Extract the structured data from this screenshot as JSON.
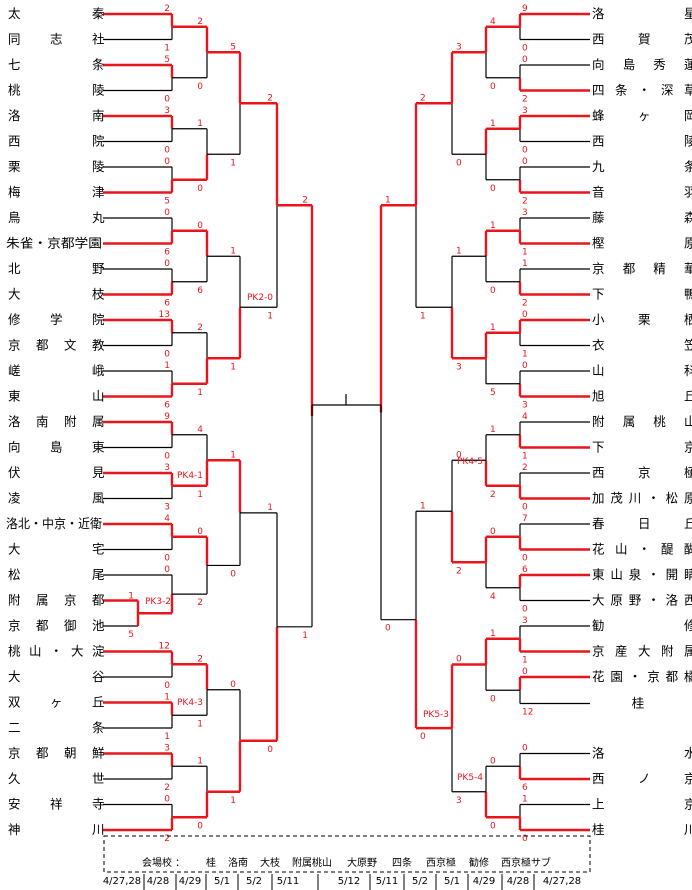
{
  "left_teams": [
    "太秦",
    "同志社",
    "七条",
    "桃陵",
    "洛南",
    "西院",
    "栗陵",
    "梅津",
    "鳥丸",
    "朱雀・京都学園",
    "北野",
    "大枝",
    "修学院",
    "京都文教",
    "嵯峨",
    "東山",
    "洛南附属",
    "向島東",
    "伏見",
    "凌風",
    "洛北・中京・近衛",
    "大宅",
    "松尾",
    "附属京都",
    "京都御池",
    "桃山・大淀",
    "大谷",
    "双ヶ丘",
    "二条",
    "京都朝鮮",
    "久世",
    "安祥寺",
    "神川"
  ],
  "right_teams": [
    "洛星",
    "西賀茂",
    "向島秀蓮",
    "四条・深草",
    "蜂ヶ岡",
    "西陵",
    "九条",
    "音羽",
    "藤森",
    "樫原",
    "京都精華",
    "下鴨",
    "小栗栖",
    "衣笠",
    "山科",
    "旭丘",
    "附属桃山",
    "下京",
    "西京極",
    "加茂川・松原",
    "春日丘",
    "花山・醍醐",
    "東山泉・開睛",
    "大原野・洛西",
    "勧修",
    "京産大附属",
    "花園・京都橘",
    "桂",
    "洛水",
    "西ノ京",
    "上京",
    "桂川"
  ],
  "left_r1_scores": [
    "2",
    "1",
    "5",
    "0",
    "3",
    "0",
    "0",
    "5",
    "0",
    "6",
    "0",
    "6",
    "13",
    "0",
    "1",
    "6",
    "9",
    "0",
    "3",
    "3",
    "4",
    "0",
    "0",
    "1",
    "5",
    "12",
    "0",
    "1",
    "1",
    "3",
    "2",
    "0",
    "2"
  ],
  "left_r2_scores": [
    "2",
    "0",
    "1",
    "0",
    "0",
    "6",
    "2",
    "1",
    "4",
    "1",
    "0",
    "2",
    "2",
    "1",
    "1",
    "0"
  ],
  "left_r3_scores": [
    "5",
    "1",
    "1",
    "1",
    "1",
    "0",
    "0",
    "1"
  ],
  "left_r4_scores": [
    "2",
    "1",
    "1",
    "0"
  ],
  "left_r5_scores": [
    "2",
    "1"
  ],
  "right_r1_scores": [
    "9",
    "0",
    "0",
    "2",
    "3",
    "0",
    "0",
    "2",
    "3",
    "1",
    "1",
    "2",
    "0",
    "1",
    "0",
    "3",
    "4",
    "1",
    "2",
    "0",
    "7",
    "0",
    "6",
    "0",
    "3",
    "1",
    "0",
    "12",
    "0",
    "6",
    "1",
    "0"
  ],
  "right_r2_scores": [
    "4",
    "0",
    "1",
    "0",
    "1",
    "0",
    "1",
    "5",
    "1",
    "2",
    "0",
    "4",
    "1",
    "0",
    "0",
    "0"
  ],
  "right_r3_scores": [
    "3",
    "0",
    "1",
    "3",
    "0",
    "2",
    "0",
    "3"
  ],
  "right_r4_scores": [
    "2",
    "1",
    "1",
    "0"
  ],
  "right_r5_scores": [
    "1",
    "0"
  ],
  "pk_labels": [
    "PK2-0",
    "PK4-1",
    "PK3-2",
    "PK4-3",
    "PK4-5",
    "PK5-3",
    "PK5-4"
  ],
  "venue_header": "会場校  ：",
  "venues": [
    "桂",
    "洛南",
    "大枝",
    "附属桃山",
    "大原野",
    "四条",
    "西京極",
    "勧修",
    "西京極サブ"
  ],
  "dates": [
    "4/27,28",
    "4/28",
    "4/29",
    "5/1",
    "5/2",
    "5/11",
    "5/12",
    "5/11",
    "5/2",
    "5/1",
    "4/29",
    "4/28",
    "4/27,28"
  ],
  "colors": {
    "win": "#e8161c",
    "lose": "#000000"
  }
}
